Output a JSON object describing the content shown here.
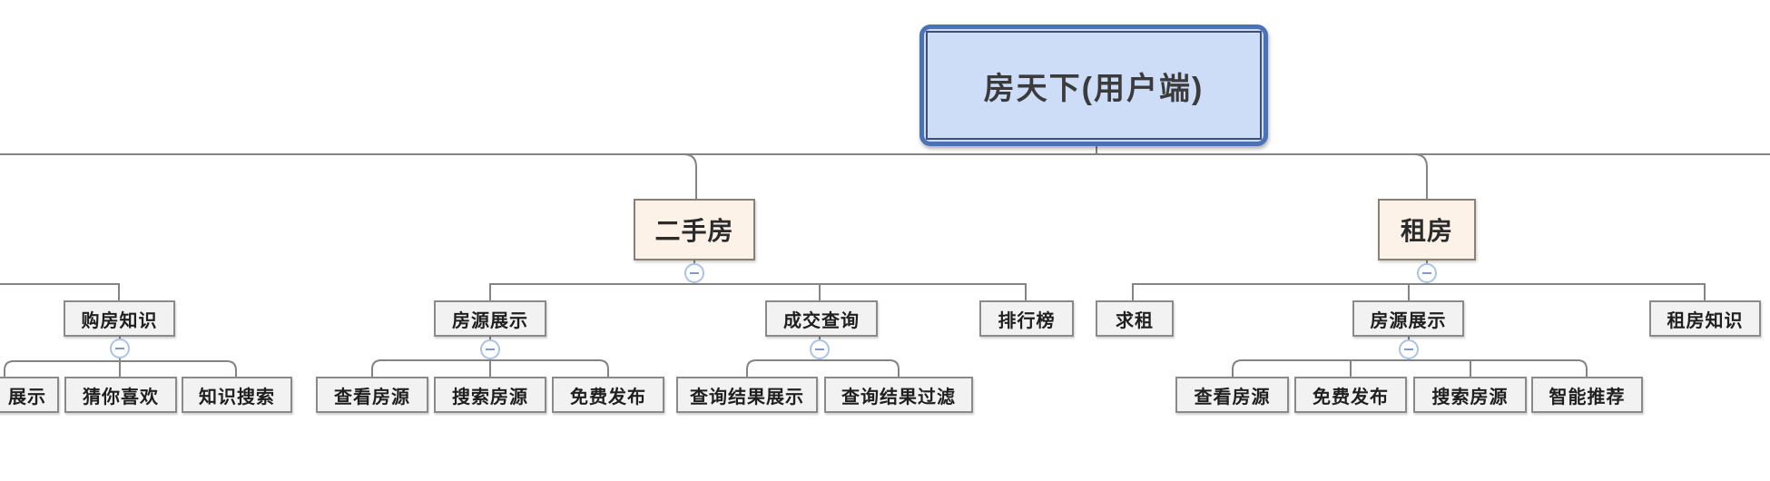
{
  "diagram": {
    "type": "mindmap-tree",
    "app_style": "xmind-like org-chart (top-down)",
    "colors": {
      "connector_line": "#848484",
      "root_fill": "#cdddf8",
      "root_selection_border": "#4a72b8",
      "root_inner_border": "#3f4f73",
      "branch_fill": "#fdf2e8",
      "branch_border": "#8a8078",
      "leaf_fill": "#f2f2f2",
      "leaf_border": "#8a8a8a",
      "collapse_circle_border": "#adc3e6",
      "collapse_minus": "#8599c4"
    },
    "tree": {
      "label": "房天下(用户端)",
      "selected": true,
      "children": [
        {
          "label": "二手房",
          "collapsed": false,
          "children": [
            {
              "label": "房源展示",
              "collapsed": false,
              "children": [
                {
                  "label": "查看房源"
                },
                {
                  "label": "搜索房源"
                },
                {
                  "label": "免费发布"
                }
              ]
            },
            {
              "label": "成交查询",
              "collapsed": false,
              "children": [
                {
                  "label": "查询结果展示"
                },
                {
                  "label": "查询结果过滤"
                }
              ]
            },
            {
              "label": "排行榜"
            }
          ]
        },
        {
          "label": "租房",
          "collapsed": false,
          "children": [
            {
              "label": "求租"
            },
            {
              "label": "房源展示",
              "collapsed": false,
              "children": [
                {
                  "label": "查看房源"
                },
                {
                  "label": "免费发布"
                },
                {
                  "label": "搜索房源"
                },
                {
                  "label": "智能推荐"
                }
              ]
            },
            {
              "label": "租房知识"
            }
          ]
        }
      ],
      "offscreen_left_subtree": {
        "note": "parent node cut off at left screen edge",
        "label": "购房知识",
        "collapsed": false,
        "children": [
          {
            "label": "展示",
            "note": "left part of node clipped by screen edge"
          },
          {
            "label": "猜你喜欢"
          },
          {
            "label": "知识搜索"
          }
        ]
      }
    }
  },
  "nodes": {
    "root": "房天下(用户端)",
    "ershoufang": "二手房",
    "zufang": "租房",
    "goufang_zhishi": "购房知识",
    "zhanshi": "展示",
    "cainixihuan": "猜你喜欢",
    "zhishi_sousuo": "知识搜索",
    "fangyuan_zhanshi_1": "房源展示",
    "chakan_fangyuan_1": "查看房源",
    "sousuo_fangyuan_1": "搜索房源",
    "mianfei_fabu_1": "免费发布",
    "chengjiao_chaxun": "成交查询",
    "chaxun_jieguo_zhanshi": "查询结果展示",
    "chaxun_jieguo_guolv": "查询结果过滤",
    "paihangbang": "排行榜",
    "qiuzu": "求租",
    "fangyuan_zhanshi_2": "房源展示",
    "chakan_fangyuan_2": "查看房源",
    "mianfei_fabu_2": "免费发布",
    "sousuo_fangyuan_2": "搜索房源",
    "zhineng_tuijian": "智能推荐",
    "zufang_zhishi": "租房知识"
  },
  "icons": {
    "collapse": "minus-circle"
  }
}
